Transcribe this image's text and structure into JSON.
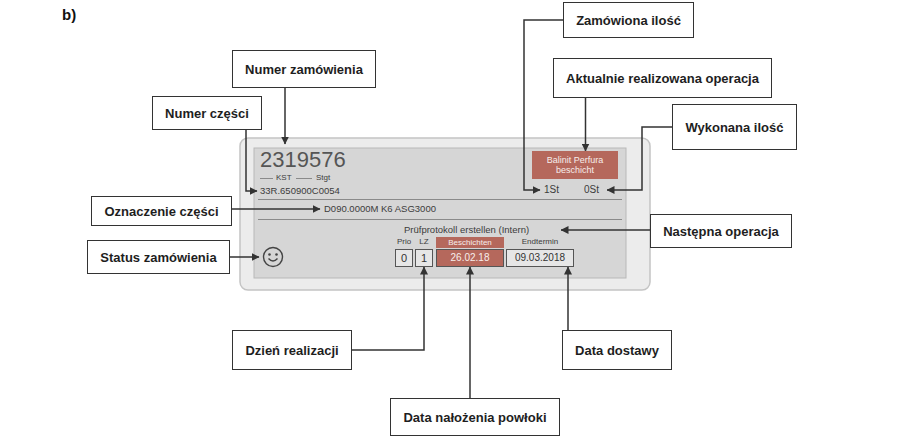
{
  "diagram": {
    "nodes": [
      {
        "text": [
          "Zamówiona ilość"
        ]
      },
      {
        "text": [
          "Numer zamówienia"
        ]
      },
      {
        "text": [
          "Aktualnie realizowana operacja"
        ]
      },
      {
        "text": [
          "Numer części"
        ]
      },
      {
        "text": [
          "Wykonana ilość"
        ]
      },
      {
        "text": [
          "2319576",
          "KST",
          "Stgt",
          "33R.650900C0054",
          "1St",
          "0St",
          "D090.0000M K6 ASG3000",
          "Prüfprotokoll erstellen (Intern)",
          "Prio",
          "LZ",
          "Endtermin"
        ]
      },
      {
        "text": [
          "Balinit Perfura beschicht"
        ],
        "in": 5
      },
      {
        "text": [
          "Beschichten"
        ],
        "in": 5
      },
      {
        "text": [
          "0"
        ],
        "in": 5
      },
      {
        "text": [
          "1"
        ],
        "in": 5
      },
      {
        "text": [
          "26.02.18"
        ],
        "in": 5
      },
      {
        "text": [
          "09.03.2018"
        ],
        "in": 5
      },
      {
        "text": [
          "Oznaczenie części"
        ]
      },
      {
        "text": [
          "Następna operacja"
        ]
      },
      {
        "text": [
          "Status zamówienia"
        ]
      },
      {
        "text": [
          "Dzień realizacji"
        ]
      },
      {
        "text": [
          "Data dostawy"
        ]
      },
      {
        "text": [
          "Data nałożenia powłoki"
        ]
      }
    ],
    "edges": [
      {
        "from": 2,
        "to": 6,
        "arrow": "to"
      },
      {
        "from": 15,
        "to": 9,
        "arrow": "to"
      },
      {
        "from": 17,
        "to": 10,
        "arrow": "to"
      },
      {
        "from": 16,
        "to": 11,
        "arrow": "to"
      }
    ],
    "labels": [
      "b)"
    ]
  }
}
